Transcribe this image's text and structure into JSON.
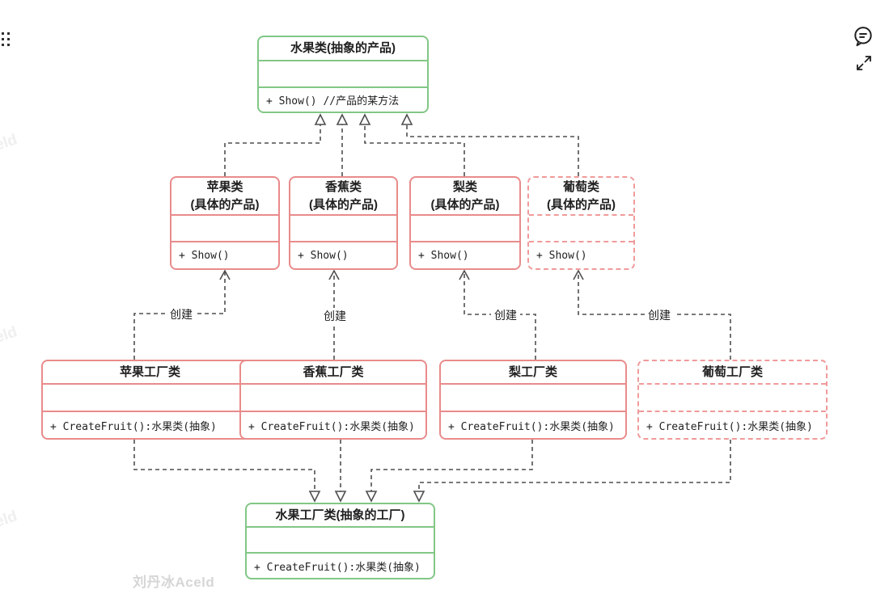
{
  "diagram": {
    "classes": [
      {
        "title": "水果类(抽象的产品)",
        "method": "+ Show() //产品的某方法"
      },
      {
        "title": "苹果类",
        "subtitle": "(具体的产品)",
        "method": "+ Show()"
      },
      {
        "title": "香蕉类",
        "subtitle": "(具体的产品)",
        "method": "+ Show()"
      },
      {
        "title": "梨类",
        "subtitle": "(具体的产品)",
        "method": "+ Show()"
      },
      {
        "title": "葡萄类",
        "subtitle": "(具体的产品)",
        "method": "+ Show()"
      },
      {
        "title": "苹果工厂类",
        "method": "+ CreateFruit():水果类(抽象)"
      },
      {
        "title": "香蕉工厂类",
        "method": "+ CreateFruit():水果类(抽象)"
      },
      {
        "title": "梨工厂类",
        "method": "+ CreateFruit():水果类(抽象)"
      },
      {
        "title": "葡萄工厂类",
        "method": "+ CreateFruit():水果类(抽象)"
      },
      {
        "title": "水果工厂类(抽象的工厂)",
        "method": "+ CreateFruit():水果类(抽象)"
      }
    ],
    "edge_label_create": "创建",
    "colors": {
      "abstract_border": "#82c785",
      "concrete_border": "#e98b8b",
      "dashed_concrete_border": "#f09a9a",
      "connector": "#4f4f4f"
    }
  },
  "watermark": {
    "main": "刘丹冰Aceld",
    "fragment": "eld"
  },
  "icons": [
    "drag-handle",
    "comment",
    "expand"
  ]
}
